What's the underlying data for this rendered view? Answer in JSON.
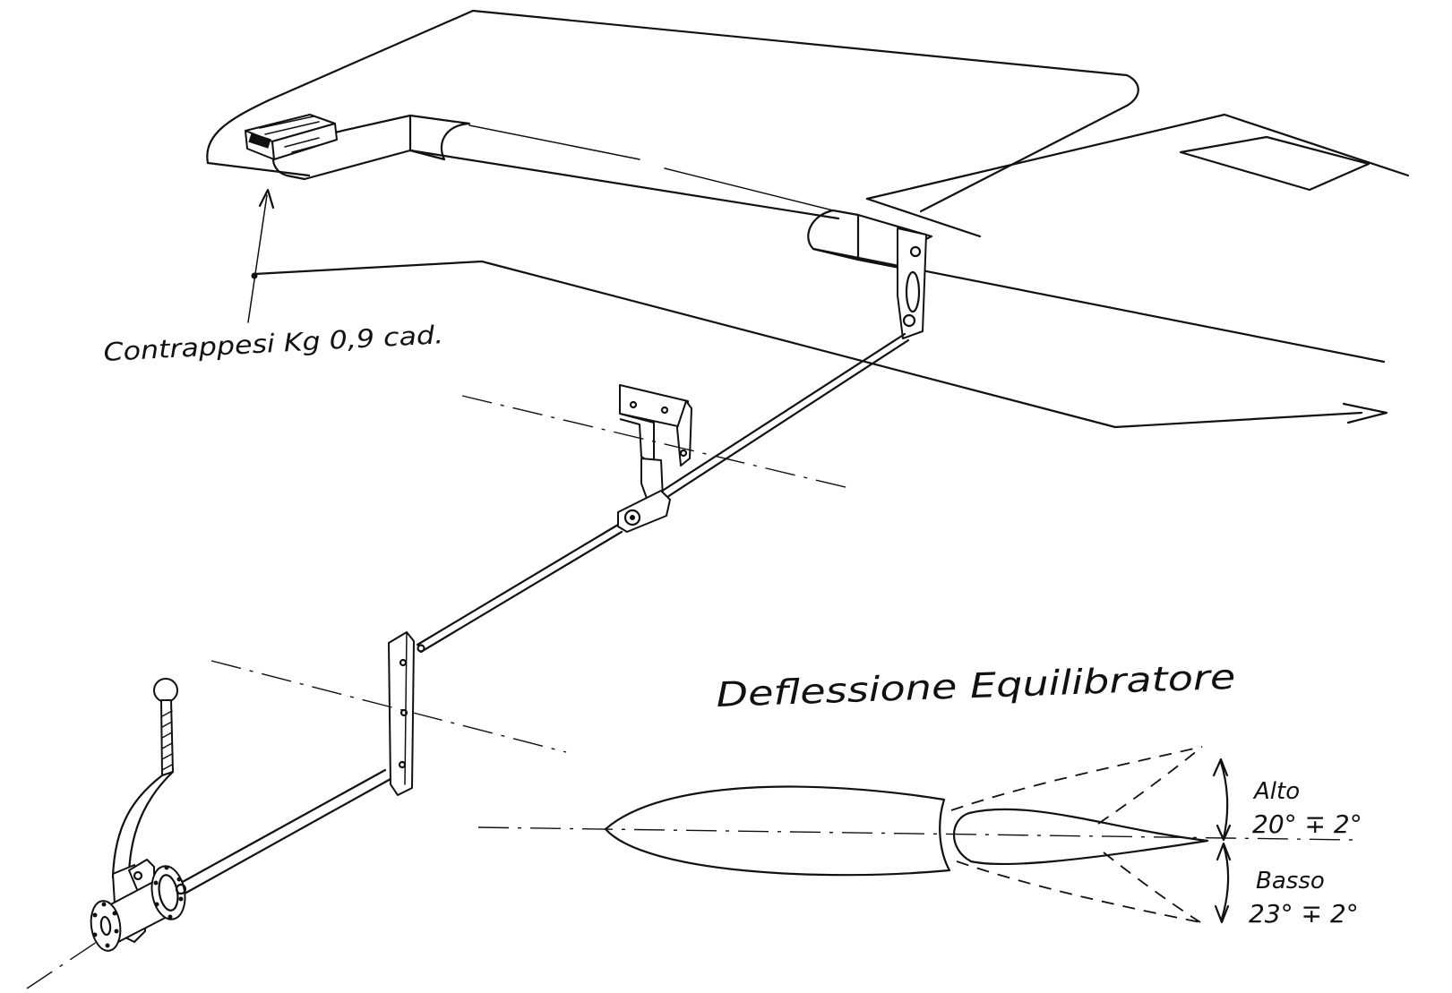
{
  "labels": {
    "counterweights": "Contrappesi Kg 0,9 cad.",
    "elevator_deflection": "Deflessione Equilibratore",
    "up_title": "Alto",
    "up_value": "20° ∓ 2°",
    "down_title": "Basso",
    "down_value": "23° ∓ 2°"
  }
}
